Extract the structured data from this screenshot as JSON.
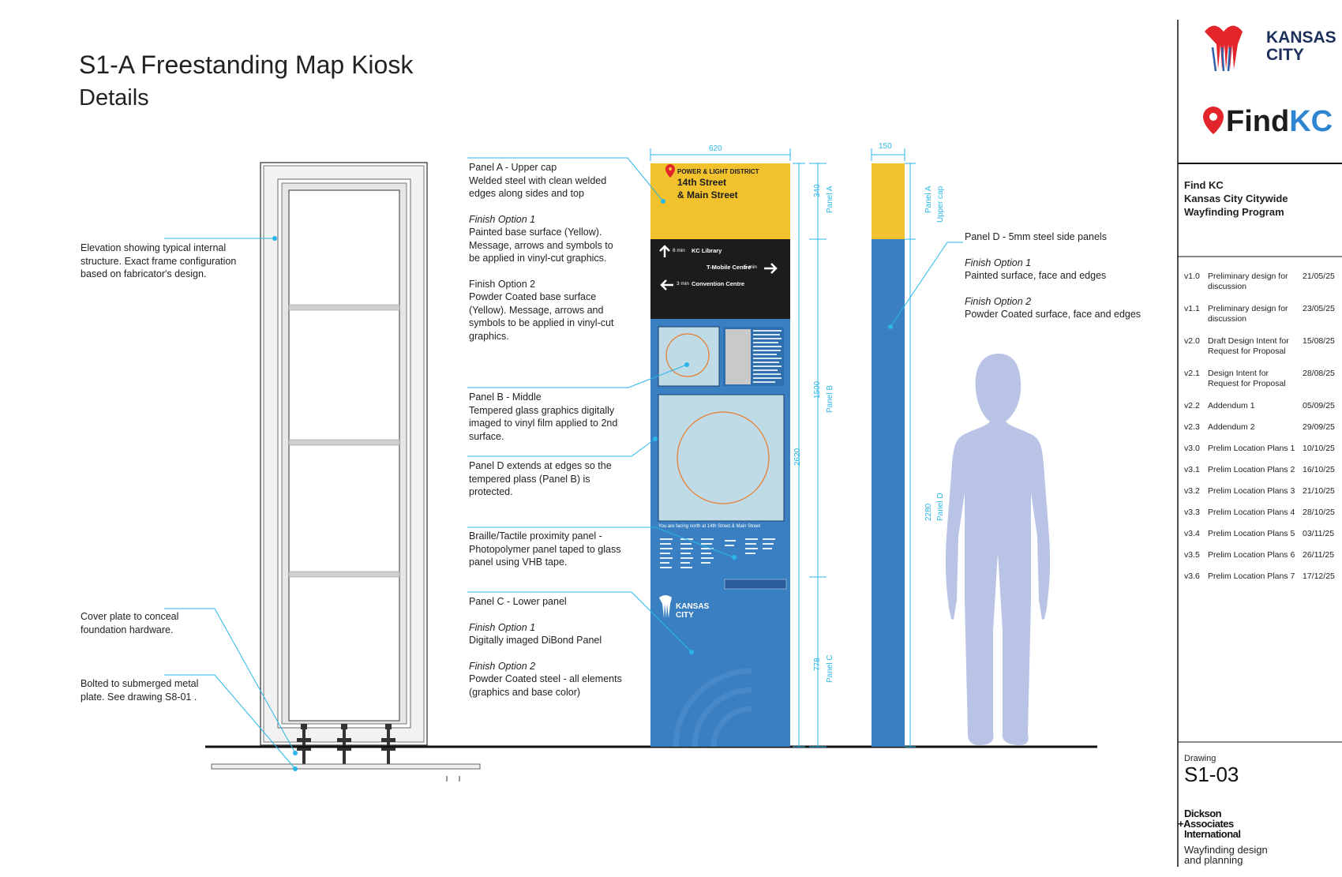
{
  "header": {
    "title": "S1-A Freestanding Map Kiosk",
    "subtitle": "Details"
  },
  "dimensions": {
    "width_total": "620",
    "width_side": "150",
    "panel_a_height": "340",
    "panel_a_label": "Panel A",
    "panel_b_height": "1500",
    "panel_b_label": "Panel B",
    "panel_c_height": "778",
    "panel_c_label": "Panel C",
    "total_height": "2620",
    "side_panel_a_label": "Panel A",
    "side_panel_a_sub": "Upper cap",
    "side_panel_d_height": "2280",
    "side_panel_d_label": "Panel D"
  },
  "kiosk": {
    "district": "POWER & LIGHT DISTRICT",
    "street_line1": "14th Street",
    "street_line2": "& Main Street",
    "dir1_time": "8 min",
    "dir1_dest": "KC Library",
    "dir2_dest": "T-Mobile Centre",
    "dir2_time": "5 min",
    "dir3_time": "3 min",
    "dir3_dest": "Convention Centre",
    "facing_text": "You are facing north at 14th Street & Main Street",
    "brand": "KANSAS CITY"
  },
  "notes": {
    "elevation": "Elevation showing typical internal structure. Exact frame configuration based on fabricator's design.",
    "cover_plate": "Cover plate to conceal foundation hardware.",
    "bolted": "Bolted to submerged metal plate. See drawing S8-01 .",
    "panel_a_title": "Panel A - Upper cap",
    "panel_a_desc": "Welded steel with clean welded edges along sides and top",
    "panel_a_opt1_title": "Finish Option 1",
    "panel_a_opt1_desc": "Painted base surface (Yellow). Message, arrows and symbols to be applied in vinyl-cut graphics.",
    "panel_a_opt2_title": "Finish Option 2",
    "panel_a_opt2_desc": "Powder Coated base surface (Yellow). Message, arrows and symbols to be applied in vinyl-cut graphics.",
    "panel_b_title": "Panel B - Middle",
    "panel_b_desc": "Tempered glass graphics digitally imaged to vinyl film applied to 2nd surface.",
    "panel_d_extends": "Panel D extends at edges so the tempered plass (Panel B) is protected.",
    "braille": "Braille/Tactile proximity panel - Photopolymer panel taped to glass panel using VHB tape.",
    "panel_c_title": "Panel C - Lower panel",
    "panel_c_opt1_title": "Finish Option 1",
    "panel_c_opt1_desc": "Digitally imaged DiBond Panel",
    "panel_c_opt2_title": "Finish Option 2",
    "panel_c_opt2_desc": "Powder Coated steel - all elements (graphics and base color)",
    "panel_d_title": "Panel D - 5mm steel side panels",
    "panel_d_opt1_title": "Finish Option 1",
    "panel_d_opt1_desc": "Painted surface, face and edges",
    "panel_d_opt2_title": "Finish Option 2",
    "panel_d_opt2_desc": "Powder Coated surface, face and edges"
  },
  "titleblock": {
    "logo_line1": "KANSAS",
    "logo_line2": "CITY",
    "findkc_find": "Find",
    "findkc_kc": "KC",
    "project_line1": "Find KC",
    "project_line2": "Kansas City Citywide",
    "project_line3": "Wayfinding Program",
    "revisions": [
      {
        "v": "v1.0",
        "desc": "Preliminary design for discussion",
        "date": "21/05/25"
      },
      {
        "v": "v1.1",
        "desc": "Preliminary design for discussion",
        "date": "23/05/25"
      },
      {
        "v": "v2.0",
        "desc": "Draft Design Intent for Request for Proposal",
        "date": "15/08/25"
      },
      {
        "v": "v2.1",
        "desc": "Design Intent for Request for Proposal",
        "date": "28/08/25"
      },
      {
        "v": "v2.2",
        "desc": "Addendum 1",
        "date": "05/09/25"
      },
      {
        "v": "v2.3",
        "desc": "Addendum 2",
        "date": "29/09/25"
      },
      {
        "v": "v3.0",
        "desc": "Prelim Location Plans 1",
        "date": "10/10/25"
      },
      {
        "v": "v3.1",
        "desc": "Prelim Location Plans 2",
        "date": "16/10/25"
      },
      {
        "v": "v3.2",
        "desc": "Prelim Location Plans 3",
        "date": "21/10/25"
      },
      {
        "v": "v3.3",
        "desc": "Prelim Location Plans 4",
        "date": "28/10/25"
      },
      {
        "v": "v3.4",
        "desc": "Prelim Location Plans 5",
        "date": "03/11/25"
      },
      {
        "v": "v3.5",
        "desc": "Prelim Location Plans 6",
        "date": "26/11/25"
      },
      {
        "v": "v3.6",
        "desc": "Prelim Location Plans 7",
        "date": "17/12/25"
      }
    ],
    "drawing_label": "Drawing",
    "drawing_number": "S1-03",
    "firm_line1": "Dickson",
    "firm_line2": "+Associates",
    "firm_line3": "International",
    "firm_tag1": "Wayfinding design",
    "firm_tag2": "and planning"
  },
  "colors": {
    "yellow": "#f2c12e",
    "blue": "#3a7fc1",
    "black": "#1c1c1c",
    "cyan": "#29b6e8",
    "glass": "#bfdbe6",
    "person": "#b8c3e6",
    "orange": "#e87b2a"
  }
}
